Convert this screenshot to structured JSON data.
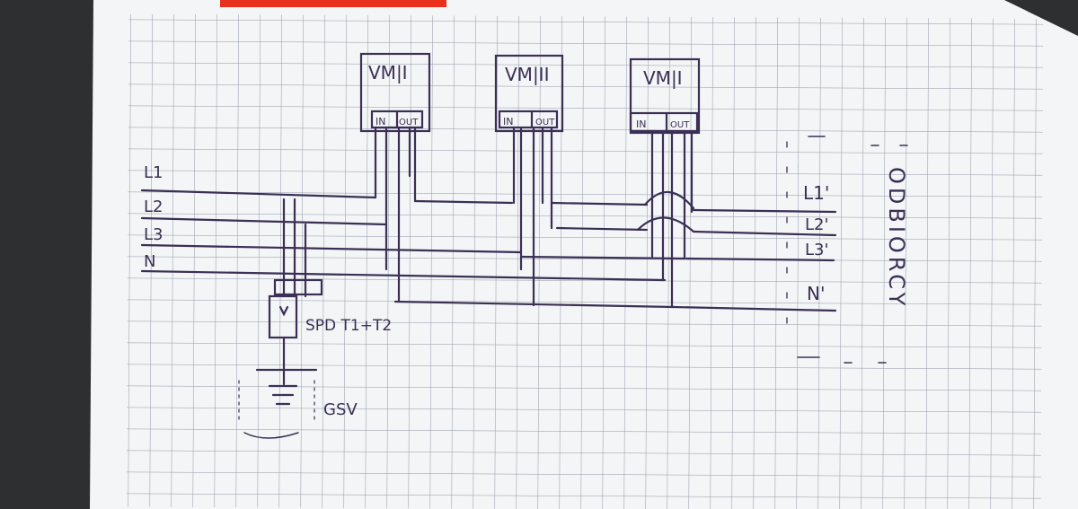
{
  "meters": [
    {
      "label": "VM|I",
      "in_label": "IN",
      "out_label": "OUT"
    },
    {
      "label": "VM|II",
      "in_label": "IN",
      "out_label": "OUT"
    },
    {
      "label": "VM|I",
      "in_label": "IN",
      "out_label": "OUT"
    }
  ],
  "inputs": [
    "L1",
    "L2",
    "L3",
    "N"
  ],
  "outputs": [
    "L1'",
    "L2'",
    "L3'",
    "N'"
  ],
  "spd_label": "SPD T1+T2",
  "ground_label": "GSV",
  "side_text": "ODBIORCY",
  "colors": {
    "paper": "#f4f5f6",
    "grid": "#8e98a6",
    "ink": "#3a2f55",
    "tab": "#e8301c",
    "background": "#2e2f31"
  }
}
